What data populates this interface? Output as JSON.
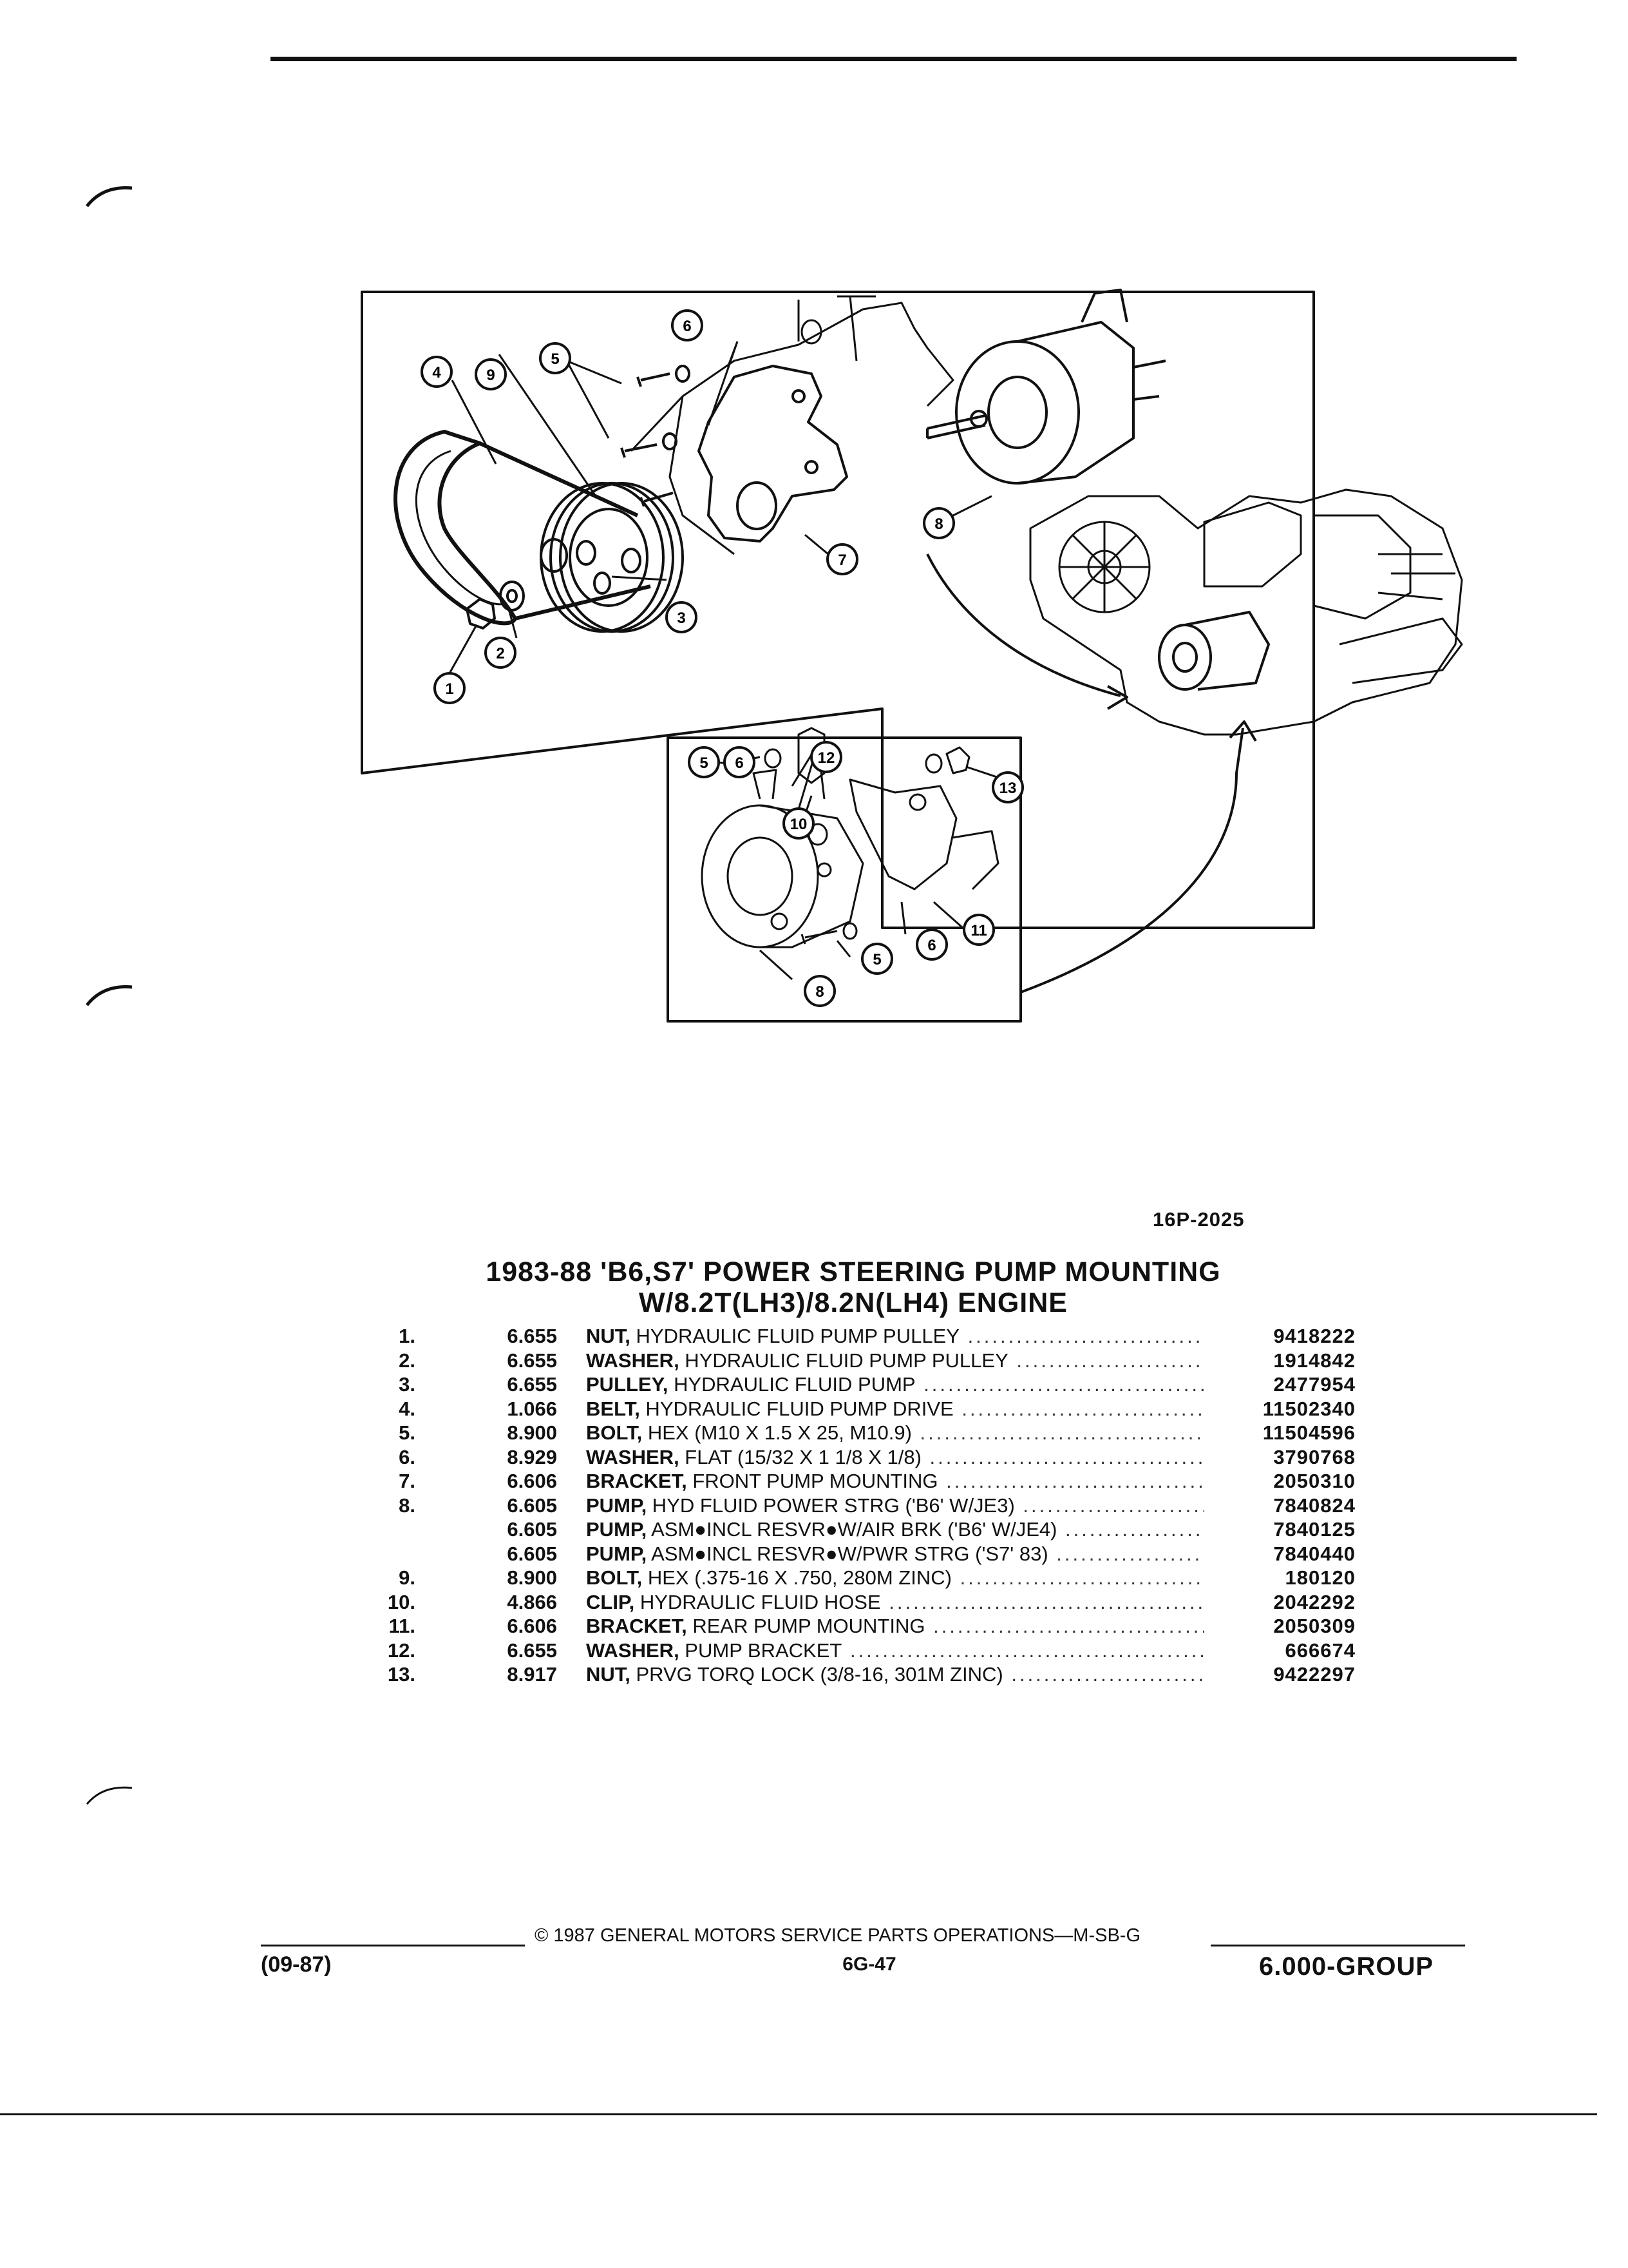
{
  "figure_ref": "16P-2025",
  "title_line1": "1983-88 'B6,S7' POWER STEERING PUMP MOUNTING",
  "title_line2": "W/8.2T(LH3)/8.2N(LH4) ENGINE",
  "callouts": [
    "1",
    "2",
    "3",
    "4",
    "5",
    "6",
    "7",
    "8",
    "9",
    "10",
    "11",
    "12",
    "13"
  ],
  "parts": [
    {
      "no": "1.",
      "group": "6.655",
      "name": "NUT,",
      "detail": " HYDRAULIC FLUID PUMP PULLEY",
      "part": "9418222"
    },
    {
      "no": "2.",
      "group": "6.655",
      "name": "WASHER,",
      "detail": " HYDRAULIC FLUID PUMP PULLEY",
      "part": "1914842"
    },
    {
      "no": "3.",
      "group": "6.655",
      "name": "PULLEY,",
      "detail": " HYDRAULIC FLUID PUMP",
      "part": "2477954"
    },
    {
      "no": "4.",
      "group": "1.066",
      "name": "BELT,",
      "detail": " HYDRAULIC FLUID PUMP DRIVE",
      "part": "11502340"
    },
    {
      "no": "5.",
      "group": "8.900",
      "name": "BOLT,",
      "detail": " HEX (M10 X 1.5 X 25, M10.9)",
      "part": "11504596"
    },
    {
      "no": "6.",
      "group": "8.929",
      "name": "WASHER,",
      "detail": " FLAT (15/32 X 1 1/8 X 1/8)",
      "part": "3790768"
    },
    {
      "no": "7.",
      "group": "6.606",
      "name": "BRACKET,",
      "detail": " FRONT PUMP MOUNTING",
      "part": "2050310"
    },
    {
      "no": "8.",
      "group": "6.605",
      "name": "PUMP,",
      "detail": " HYD FLUID POWER STRG ('B6' W/JE3)",
      "part": "7840824"
    },
    {
      "no": "",
      "group": "6.605",
      "name": "PUMP,",
      "detail": " ASM●INCL RESVR●W/AIR BRK ('B6' W/JE4)",
      "part": "7840125"
    },
    {
      "no": "",
      "group": "6.605",
      "name": "PUMP,",
      "detail": " ASM●INCL RESVR●W/PWR STRG ('S7' 83)",
      "part": "7840440"
    },
    {
      "no": "9.",
      "group": "8.900",
      "name": "BOLT,",
      "detail": " HEX (.375-16 X .750, 280M ZINC)",
      "part": "180120"
    },
    {
      "no": "10.",
      "group": "4.866",
      "name": "CLIP,",
      "detail": " HYDRAULIC FLUID HOSE",
      "part": "2042292"
    },
    {
      "no": "11.",
      "group": "6.606",
      "name": "BRACKET,",
      "detail": " REAR PUMP MOUNTING",
      "part": "2050309"
    },
    {
      "no": "12.",
      "group": "6.655",
      "name": "WASHER,",
      "detail": " PUMP BRACKET",
      "part": "666674"
    },
    {
      "no": "13.",
      "group": "8.917",
      "name": "NUT,",
      "detail": " PRVG TORQ LOCK (3/8-16, 301M ZINC)",
      "part": "9422297"
    }
  ],
  "footer": {
    "copyright": "©  1987  GENERAL MOTORS SERVICE PARTS OPERATIONS—M-SB-G",
    "date": "(09-87)",
    "page": "6G-47",
    "group": "6.000-GROUP"
  },
  "colors": {
    "ink": "#111111",
    "paper": "#ffffff"
  }
}
